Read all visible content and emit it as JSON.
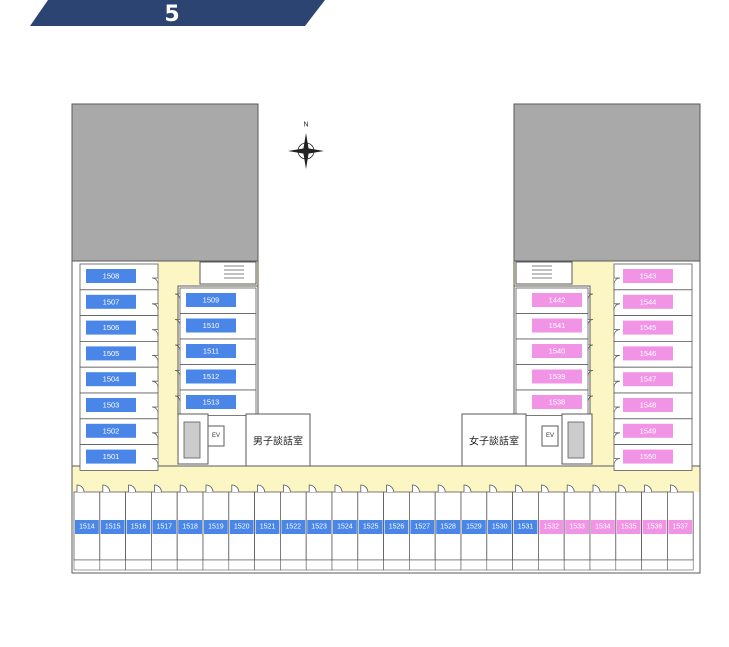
{
  "floor": {
    "label": "5 F"
  },
  "compass": {
    "north_label": "N"
  },
  "lounges": {
    "male_label": "男子談話室",
    "female_label": "女子談話室"
  },
  "elevators": {
    "label": "EV"
  },
  "rooms": {
    "left_outer": [
      "1508",
      "1507",
      "1506",
      "1505",
      "1504",
      "1503",
      "1502",
      "1501"
    ],
    "left_inner": [
      "1509",
      "1510",
      "1511",
      "1512",
      "1513"
    ],
    "right_inner": [
      "1442",
      "1541",
      "1540",
      "1539",
      "1538"
    ],
    "right_outer": [
      "1543",
      "1544",
      "1545",
      "1546",
      "1547",
      "1548",
      "1549",
      "1550"
    ],
    "bottom": [
      "1514",
      "1515",
      "1516",
      "1517",
      "1518",
      "1519",
      "1520",
      "1521",
      "1522",
      "1523",
      "1524",
      "1525",
      "1526",
      "1527",
      "1528",
      "1529",
      "1530",
      "1531",
      "1532",
      "1533",
      "1534",
      "1535",
      "1536",
      "1537"
    ]
  },
  "colors": {
    "banner": "#2b4472",
    "male_room": "#4a86e8",
    "female_room": "#f294e6",
    "corridor": "#fbf6c4",
    "roof": "#a9a9a9",
    "wall": "#5a5a5a"
  }
}
